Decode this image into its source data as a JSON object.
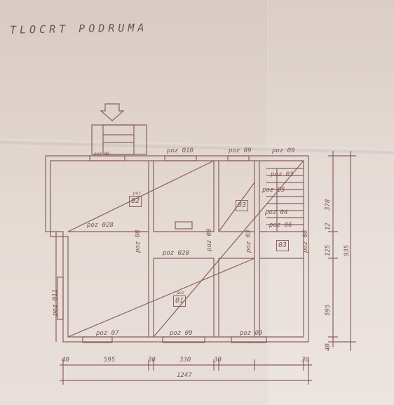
{
  "title": "TLOCRT PODRUMA",
  "room_labels": {
    "r02": "02",
    "r03a": "03",
    "r03b": "03",
    "r01": "01",
    "poz": "poz"
  },
  "position_labels": {
    "p010": "poz 010",
    "p09_top": "poz 09",
    "p09_top_right": "poz 09",
    "p03": "poz 03",
    "p05": "poz 05",
    "p04": "poz 04",
    "p06": "poz 06",
    "p08_right": "poz 08",
    "p028": "poz 028",
    "p08_left": "poz 08",
    "p020": "poz 020",
    "p08_mid": "poz 08",
    "p011": "poz 011",
    "p07": "poz 07",
    "p09_bottom_mid": "poz 09",
    "p09_bottom_right": "poz 09",
    "p09_mid": "poz 09",
    "p03_stair": "poz 03"
  },
  "dimensions_horizontal": [
    "40",
    "595",
    "30",
    "330",
    "30",
    "30"
  ],
  "dimension_total": "1247",
  "dimensions_vertical": [
    "40",
    "595",
    "125",
    "12",
    "378",
    "935"
  ],
  "colors": {
    "ink": "#7a5555",
    "paper": "#e2d6cf"
  }
}
